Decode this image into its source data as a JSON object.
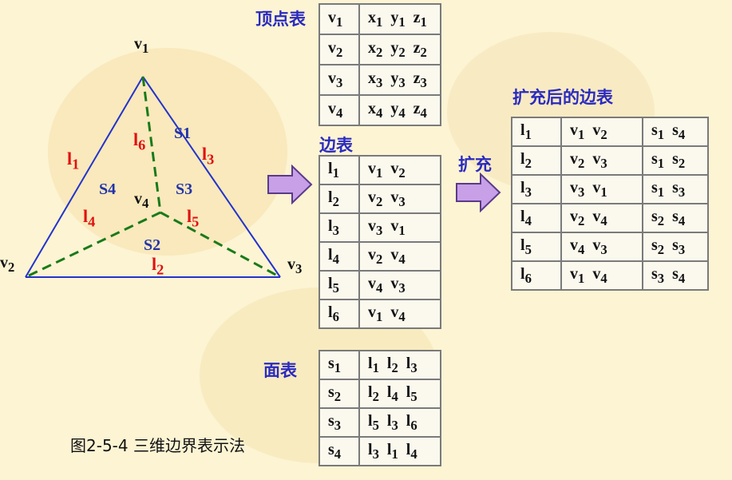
{
  "labels": {
    "vertex_table": "顶点表",
    "edge_table": "边表",
    "face_table": "面表",
    "expanded_edge_table": "扩充后的边表",
    "expand": "扩充",
    "caption": "图2-5-4 三维边界表示法"
  },
  "triangle": {
    "vertices": [
      "v1",
      "v2",
      "v3",
      "v4"
    ],
    "edges": [
      "l1",
      "l2",
      "l3",
      "l4",
      "l5",
      "l6"
    ],
    "faces": [
      "S1",
      "S2",
      "S3",
      "S4"
    ]
  },
  "vertex_rows": [
    [
      "v1",
      "x1 y1 z1"
    ],
    [
      "v2",
      "x2 y2 z2"
    ],
    [
      "v3",
      "x3 y3 z3"
    ],
    [
      "v4",
      "x4 y4 z4"
    ]
  ],
  "edge_rows": [
    [
      "l1",
      "v1 v2"
    ],
    [
      "l2",
      "v2 v3"
    ],
    [
      "l3",
      "v3 v1"
    ],
    [
      "l4",
      "v2 v4"
    ],
    [
      "l5",
      "v4 v3"
    ],
    [
      "l6",
      "v1 v4"
    ]
  ],
  "face_rows": [
    [
      "s1",
      "l1 l2 l3"
    ],
    [
      "s2",
      "l2 l4 l5"
    ],
    [
      "s3",
      "l5 l3 l6"
    ],
    [
      "s4",
      "l3 l1 l4"
    ]
  ],
  "expanded_rows": [
    [
      "l1",
      "v1 v2",
      "s1 s4"
    ],
    [
      "l2",
      "v2 v3",
      "s1 s2"
    ],
    [
      "l3",
      "v3 v1",
      "s1 s3"
    ],
    [
      "l4",
      "v2 v4",
      "s2 s4"
    ],
    [
      "l5",
      "v4 v3",
      "s2 s3"
    ],
    [
      "l6",
      "v1 v4",
      "s3 s4"
    ]
  ],
  "colors": {
    "accent_blue": "#2a2ac0",
    "edge_red": "#e01010",
    "dash_green": "#1a7a1a",
    "arrow_fill": "#c8a0e8"
  }
}
